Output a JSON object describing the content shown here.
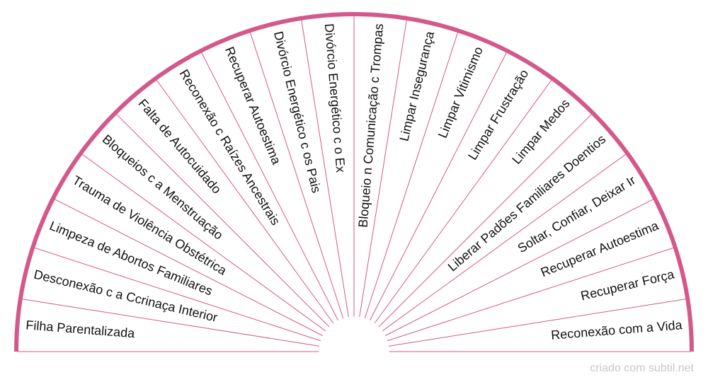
{
  "chart": {
    "colors": {
      "arc": "#d4588a",
      "divider": "#d4588a",
      "text": "#111111"
    },
    "labels": [
      "Filha Parentalizada",
      "Desconexão c a Ccrinaça Interior",
      "Limpeza de Abortos Familiares",
      "Trauma de Violência Obstétrica",
      "Bloqueios c a Menstruação",
      "Falta de Autocuidado",
      "Reconexão c Raízes Ancestrais",
      "Recuperar Autoestima",
      "Divórcio Energético c os Pais",
      "Divórcio Energético c o Ex",
      "Bloqueio n Comunicação c Trompas",
      "Limpar Insegurança",
      "Limpar Vitimismo",
      "Limpar Frustração",
      "Limpar Medos",
      "Liberar Padões Familiares Doentios",
      "Soltar, Confiar, Deixar Ir",
      "Recuperar Autoestima",
      "Recuperar Força",
      "Reconexão com a Vida"
    ]
  },
  "footer": {
    "credit": "criado com subtil.net"
  }
}
